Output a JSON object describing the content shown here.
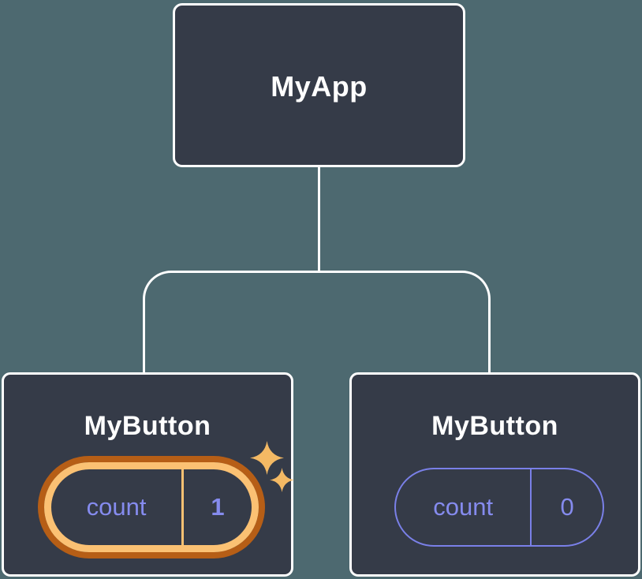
{
  "diagram": {
    "type": "component-tree",
    "root": {
      "label": "MyApp"
    },
    "children": [
      {
        "label": "MyButton",
        "state": {
          "key": "count",
          "value": "1"
        },
        "highlighted": true
      },
      {
        "label": "MyButton",
        "state": {
          "key": "count",
          "value": "0"
        },
        "highlighted": false
      }
    ]
  },
  "colors": {
    "background": "#4D6970",
    "node_fill": "#353B48",
    "node_border": "#FFFFFF",
    "connector": "#FFFFFF",
    "state_text": "#858BEE",
    "state_pill_border": "#7A80E8",
    "highlight_ring_inner": "#FBC173",
    "highlight_ring_outer": "#B65E16",
    "sparkle": "#F4B964"
  },
  "icons": {
    "sparkle_large": "four-point-star",
    "sparkle_small": "four-point-star"
  }
}
